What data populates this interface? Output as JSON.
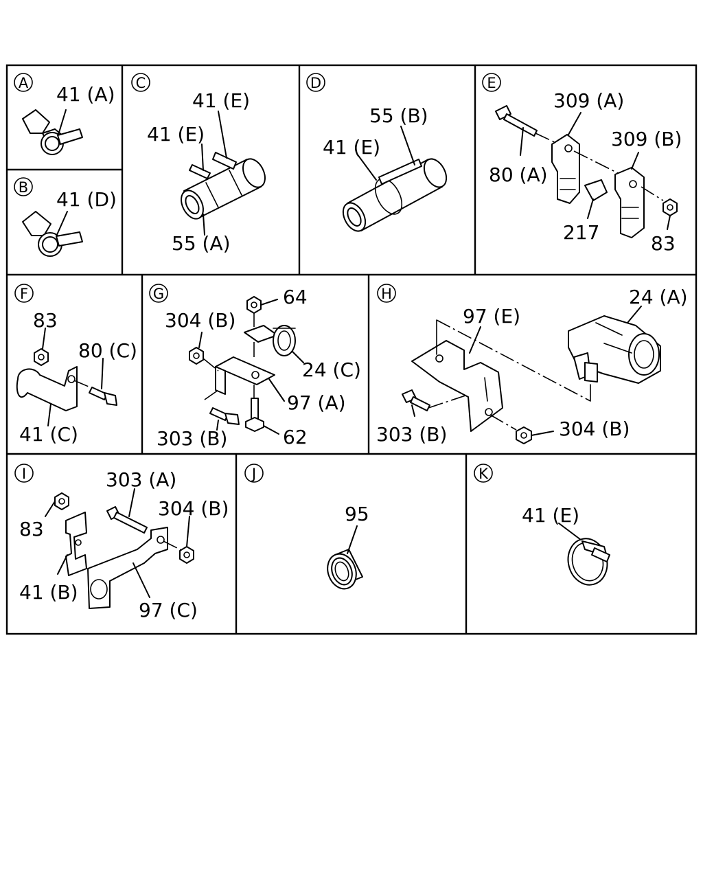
{
  "sections": {
    "A": {
      "letter": "A",
      "labels": [
        "41 (A)"
      ]
    },
    "B": {
      "letter": "B",
      "labels": [
        "41 (D)"
      ]
    },
    "C": {
      "letter": "C",
      "labels": [
        "41 (E)",
        "41 (E)",
        "55 (A)"
      ]
    },
    "D": {
      "letter": "D",
      "labels": [
        "55 (B)",
        "41 (E)"
      ]
    },
    "E": {
      "letter": "E",
      "labels": [
        "309 (A)",
        "309 (B)",
        "80 (A)",
        "217",
        "83"
      ]
    },
    "F": {
      "letter": "F",
      "labels": [
        "83",
        "80 (C)",
        "41 (C)"
      ]
    },
    "G": {
      "letter": "G",
      "labels": [
        "64",
        "304 (B)",
        "24 (C)",
        "97 (A)",
        "303 (B)",
        "62"
      ]
    },
    "H": {
      "letter": "H",
      "labels": [
        "97 (E)",
        "24 (A)",
        "303 (B)",
        "304 (B)"
      ]
    },
    "I": {
      "letter": "I",
      "labels": [
        "303 (A)",
        "304 (B)",
        "83",
        "41 (B)",
        "97 (C)"
      ]
    },
    "J": {
      "letter": "J",
      "labels": [
        "95"
      ]
    },
    "K": {
      "letter": "K",
      "labels": [
        "41 (E)"
      ]
    }
  }
}
